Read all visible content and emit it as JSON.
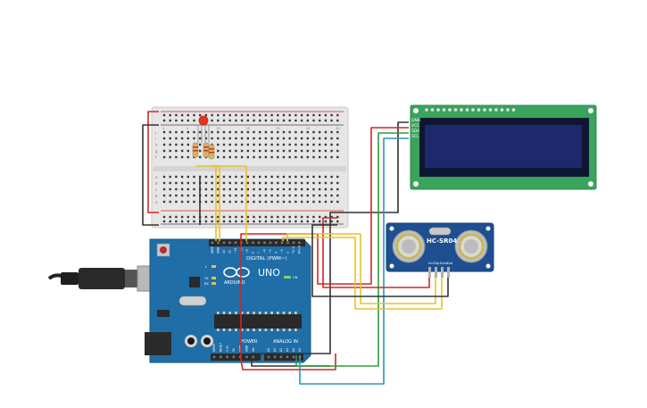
{
  "arduino": {
    "brand": "ARDUINO",
    "model": "UNO",
    "digital_label": "DIGITAL (PWM~)",
    "power_label": "POWER",
    "analog_label": "ANALOG IN",
    "led_tx": "TX",
    "led_rx": "RX",
    "led_l": "L",
    "led_on": "ON",
    "digital_pins": [
      "AREF",
      "GND",
      "13",
      "12",
      "~11",
      "~10",
      "~9",
      "8",
      "7",
      "~6",
      "~5",
      "4",
      "~3",
      "2",
      "TX→1",
      "RX←0"
    ],
    "power_pins": [
      "IOREF",
      "RESET",
      "3.3V",
      "5V",
      "GND",
      "GND",
      "Vin"
    ],
    "analog_pins": [
      "A0",
      "A1",
      "A2",
      "A3",
      "A4",
      "A5"
    ]
  },
  "lcd": {
    "pins": [
      "GND",
      "VCC",
      "SDA",
      "SCL"
    ]
  },
  "sensor": {
    "name": "HC-SR04",
    "pins": [
      "Vcc",
      "Trig",
      "Echo",
      "Gnd"
    ]
  },
  "breadboard": {
    "col_numbers": [
      "1",
      "5",
      "10",
      "15",
      "20",
      "25",
      "30"
    ],
    "row_letters_top": [
      "j",
      "i",
      "h",
      "g",
      "f"
    ],
    "row_letters_bottom": [
      "e",
      "d",
      "c",
      "b",
      "a"
    ]
  },
  "colors": {
    "arduino_board": "#1f6ea7",
    "lcd_pcb": "#3aa35c",
    "lcd_screen": "#1c2a6b",
    "sensor_board": "#1d4f91",
    "wire_red": "#d42525",
    "wire_black": "#333333",
    "wire_yellow": "#e8c22a",
    "wire_green": "#2f9b3e",
    "wire_blue": "#2a94c2",
    "led_red": "#e53320"
  }
}
